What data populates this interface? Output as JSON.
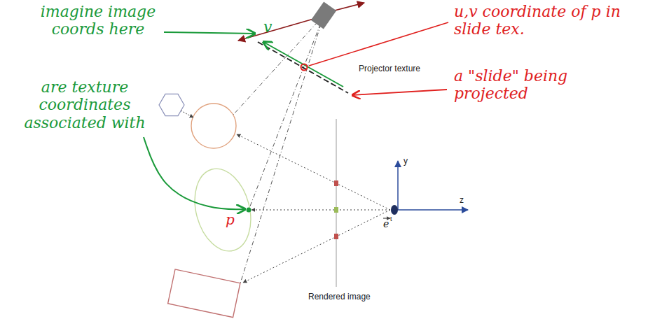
{
  "diagram": {
    "labels": [
      "imagine image coords here",
      "are texture coordinates associated with",
      "v",
      "u,v coordinate of p in slide tex.",
      "Projector texture",
      "a \"slide\" being projected",
      "p",
      "y",
      "z",
      "e",
      "t",
      "Rendered image"
    ]
  }
}
